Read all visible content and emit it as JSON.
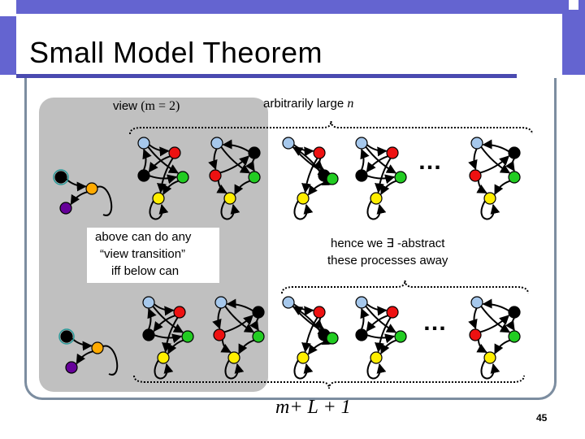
{
  "slide": {
    "title": "Small Model Theorem",
    "view_label_prefix": "view ",
    "view_label_math": "(m = 2)",
    "arbitrary_label_prefix": "arbitrarily large ",
    "arbitrary_label_math": "n",
    "note_line1": "above can do any",
    "note_line2": "“view transition”",
    "note_line3": "iff below can",
    "hence_line1": "hence we ∃ -abstract",
    "hence_line2": "these processes away",
    "ellipsis": "…",
    "bottom_formula": "m+ L + 1",
    "page_number": "45"
  },
  "colors": {
    "title_band": "#6464d0",
    "view_panel": "#c0c0c0",
    "frame": "#7c8da0",
    "node_black": "#000000",
    "node_red": "#ee1111",
    "node_green": "#22cc22",
    "node_yellow": "#ffee00",
    "node_lightblue": "#a6c8ec",
    "node_orange": "#ffaa00",
    "node_purple": "#660099"
  }
}
